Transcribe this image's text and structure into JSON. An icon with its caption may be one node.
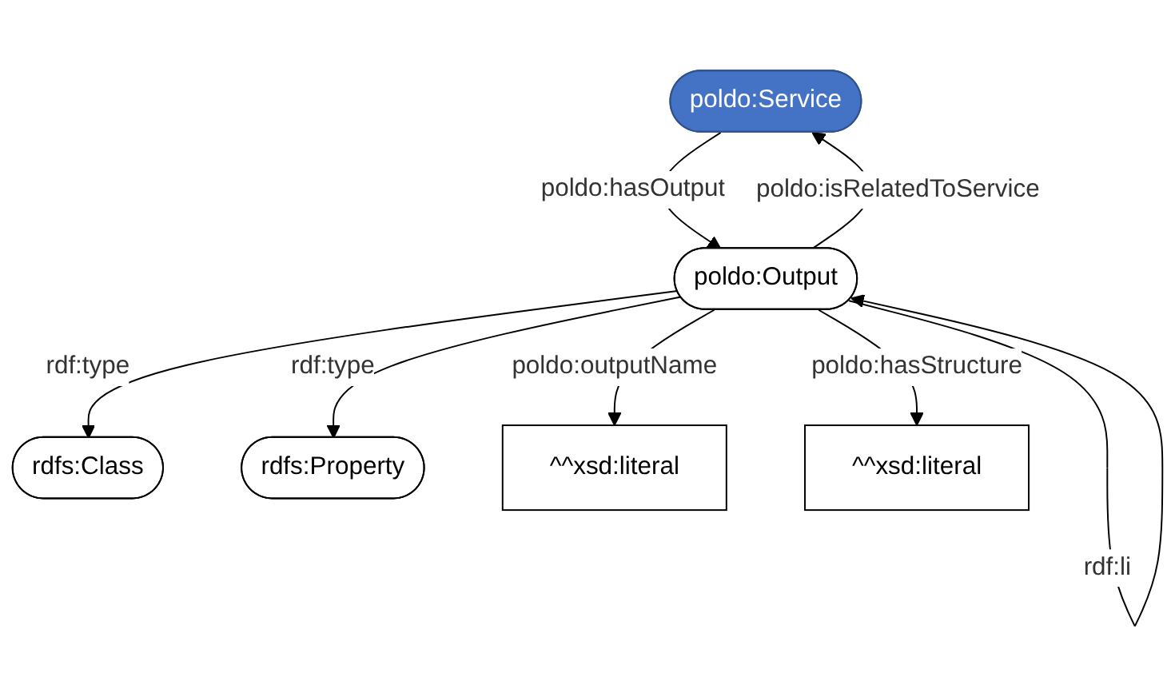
{
  "diagram": {
    "nodes": [
      {
        "text": [
          "poldo:Service"
        ]
      },
      {
        "text": [
          "rdfs:Class"
        ]
      },
      {
        "text": [
          "poldo:Output"
        ]
      },
      {
        "text": [
          "rdfs:Property"
        ]
      },
      {
        "text": [
          "^^xsd:literal"
        ]
      },
      {
        "text": [
          "^^xsd:literal"
        ]
      }
    ],
    "edges": [
      {
        "from": 0,
        "to": 2,
        "arrow": "to",
        "label": "poldo:hasOutput"
      },
      {
        "from": 2,
        "to": 1,
        "arrow": "to",
        "label": "rdf:type"
      },
      {
        "from": 2,
        "to": 3,
        "arrow": "to",
        "label": "rdf:type"
      },
      {
        "from": 2,
        "to": 0,
        "arrow": "to",
        "label": "poldo:isRelatedToService"
      },
      {
        "from": 2,
        "to": 4,
        "arrow": "to",
        "label": "poldo:outputName"
      },
      {
        "from": 2,
        "to": 5,
        "arrow": "to",
        "label": "poldo:hasStructure"
      },
      {
        "from": 2,
        "to": 2,
        "arrow": "to",
        "label": "rdf:li"
      }
    ]
  }
}
